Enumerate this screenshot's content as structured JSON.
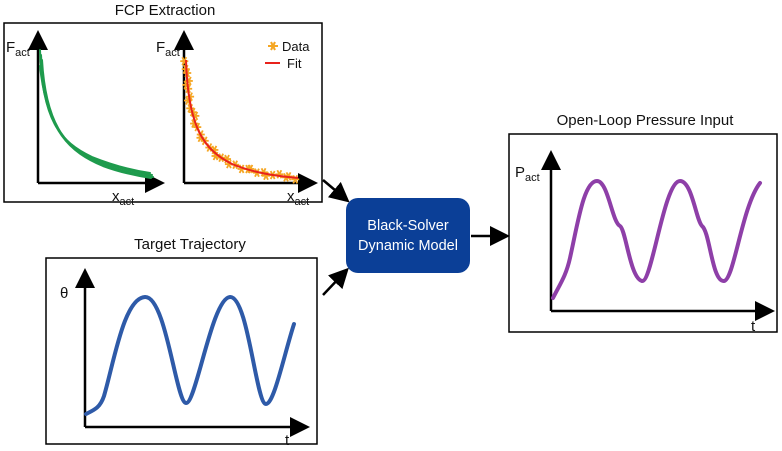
{
  "colors": {
    "green": "#1e9b4d",
    "fit": "#e8221b",
    "data": "#f5a623",
    "blue": "#2e5aa8",
    "purple": "#8e3fa8",
    "model_bg": "#0b3f97",
    "model_text": "#ffffff"
  },
  "fcp": {
    "title": "FCP Extraction",
    "left": {
      "y_label": "F",
      "y_sub": "act",
      "x_label": "x",
      "x_sub": "act"
    },
    "right": {
      "y_label": "F",
      "y_sub": "act",
      "x_label": "x",
      "x_sub": "act"
    },
    "legend": [
      {
        "label": "Data"
      },
      {
        "label": "Fit"
      }
    ]
  },
  "target": {
    "title": "Target Trajectory",
    "y_label": "θ",
    "x_label": "t"
  },
  "model": {
    "line1": "Black-Solver",
    "line2": "Dynamic Model"
  },
  "output": {
    "title": "Open-Loop Pressure Input",
    "y_label": "P",
    "y_sub": "act",
    "x_label": "t"
  }
}
